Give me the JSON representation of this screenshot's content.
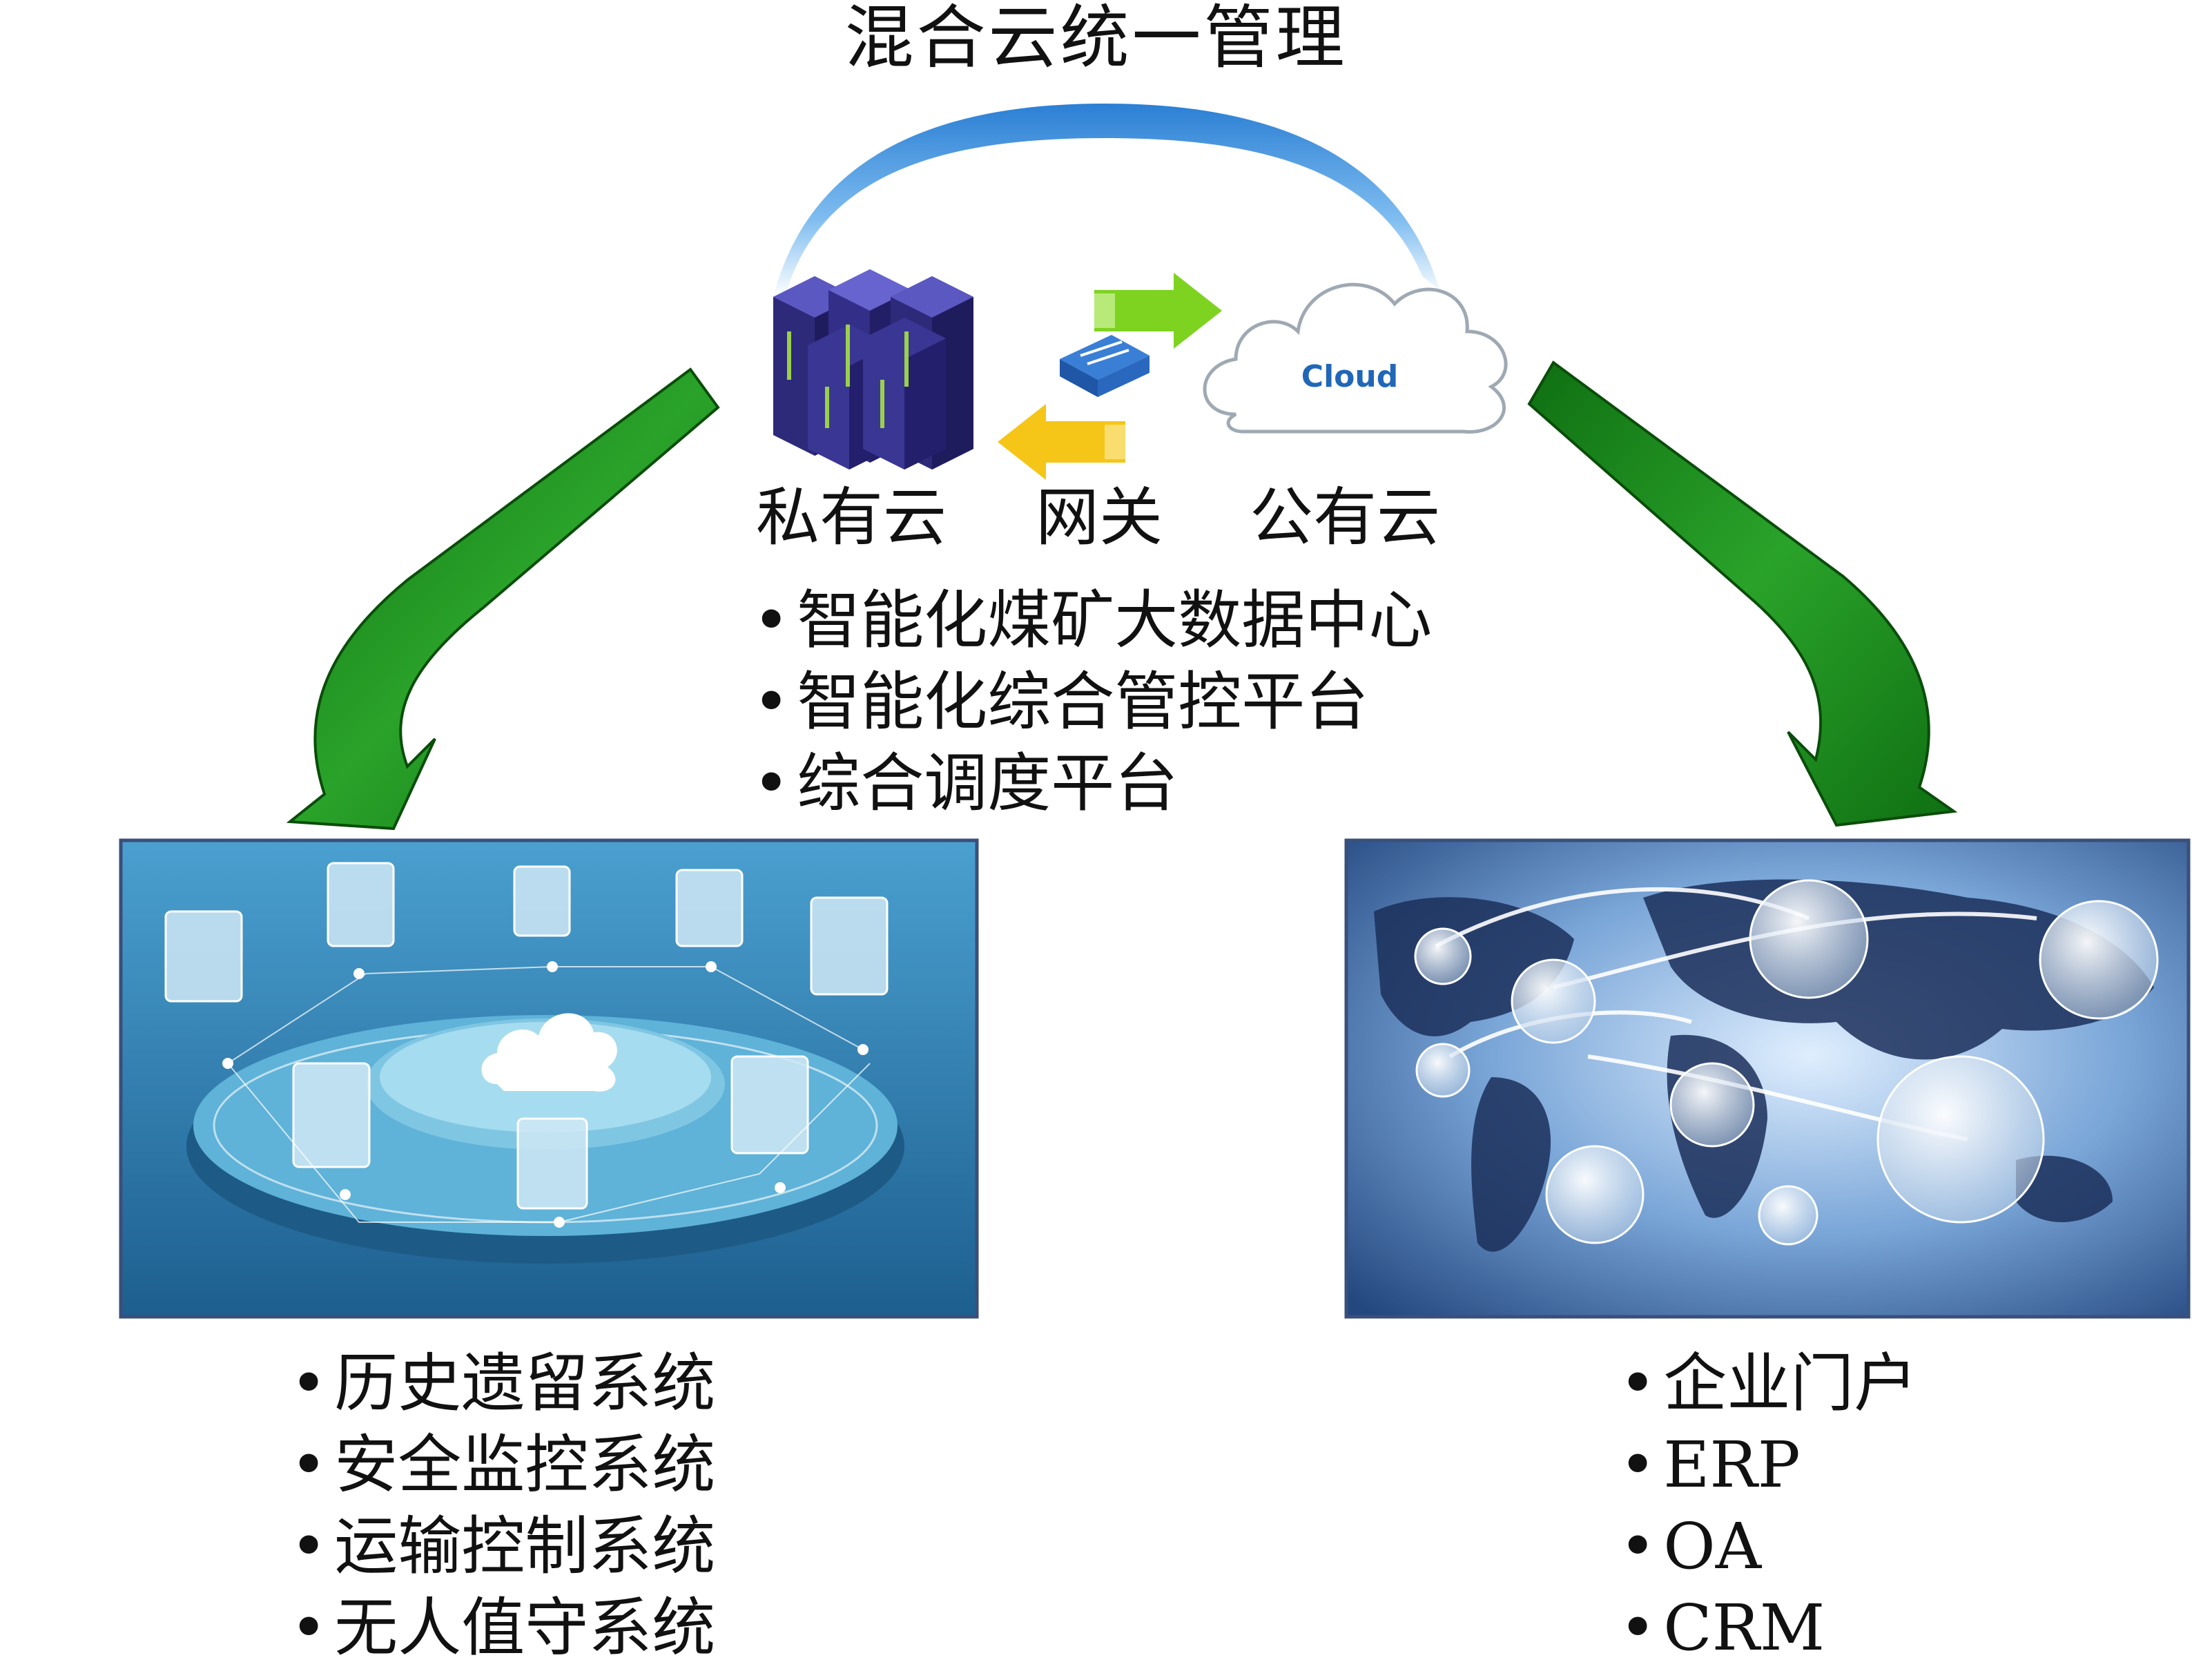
{
  "title": "混合云统一管理",
  "top_labels": {
    "private_cloud": "私有云",
    "gateway": "网关",
    "public_cloud": "公有云"
  },
  "cloud_icon_text": "Cloud",
  "center_items": [
    "智能化煤矿大数据中心",
    "智能化综合管控平台",
    "综合调度平台"
  ],
  "left_items": [
    "历史遗留系统",
    "安全监控系统",
    "运输控制系统",
    "无人值守系统"
  ],
  "right_items": [
    "企业门户",
    "ERP",
    "OA",
    "CRM"
  ],
  "colors": {
    "arc_blue": "#4a9de0",
    "arrow_green": "#1f8a1f",
    "gateway_arrow_green": "#7ed321",
    "gateway_arrow_yellow": "#f5c518",
    "server_purple": "#3d3a8c",
    "panel_left_blue": "#2f7fb0",
    "panel_right_blue": "#2a5a9a"
  },
  "icons": [
    "server-rack-icon",
    "network-switch-icon",
    "cloud-icon",
    "arrow-right-icon",
    "arrow-left-icon"
  ]
}
